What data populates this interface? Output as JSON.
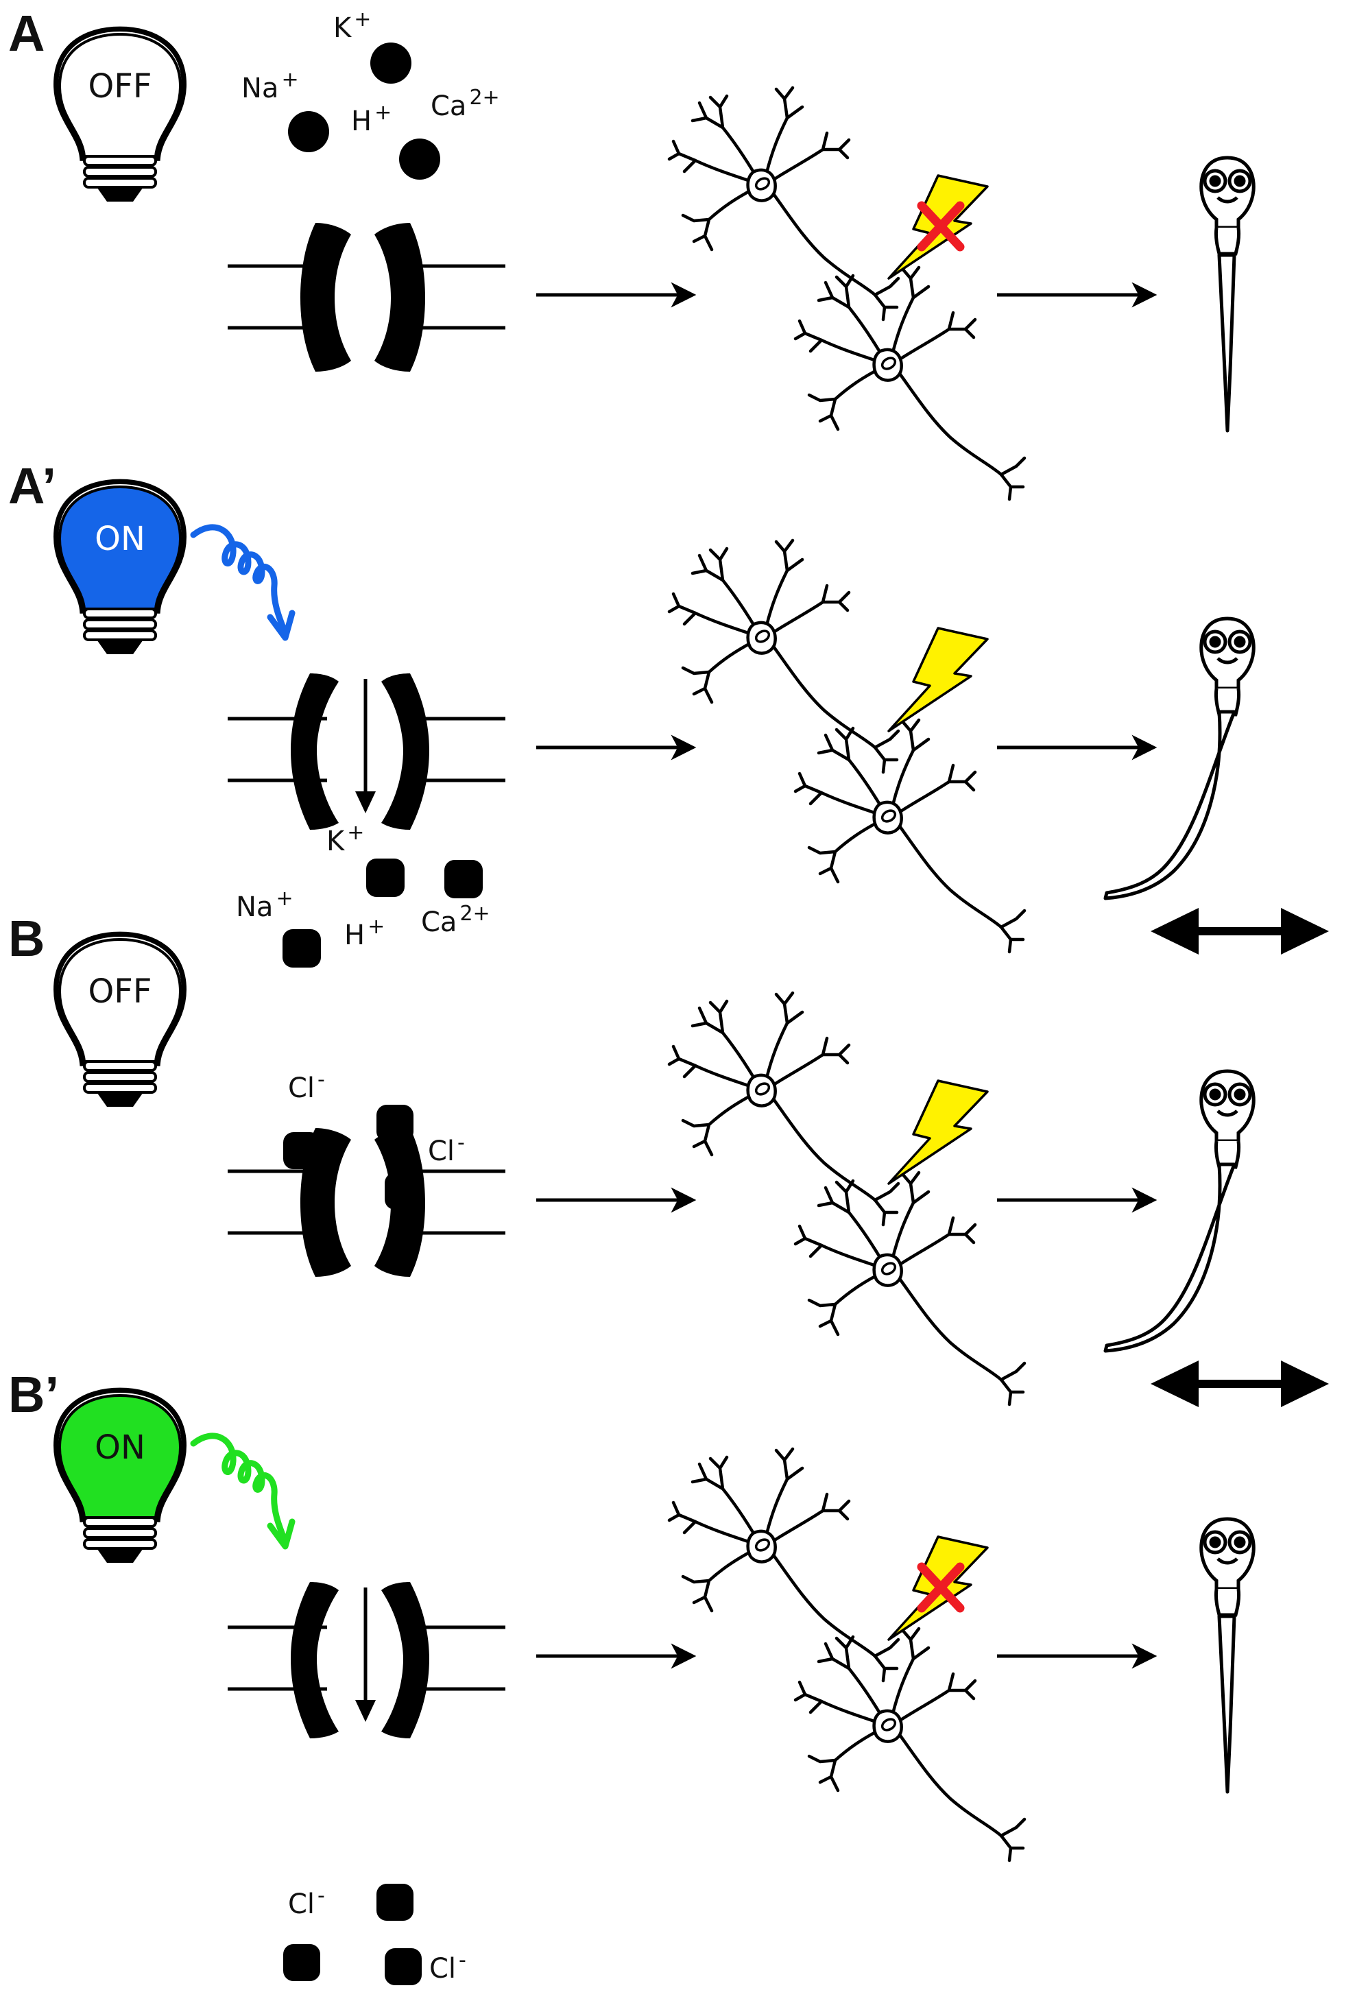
{
  "colors": {
    "ink": "#000000",
    "blue_light": "#1565e8",
    "green_light": "#21e021",
    "bolt": "#fff200",
    "cross": "#ee1c24"
  },
  "panels": [
    {
      "label": "A",
      "bulb": {
        "state": "OFF",
        "lit": false,
        "color": "#ffffff",
        "text_color": "#111111"
      },
      "ions_outside": [
        {
          "name": "K",
          "charge": "+"
        },
        {
          "name": "Na",
          "charge": "+"
        },
        {
          "name": "H",
          "charge": "+"
        },
        {
          "name": "Ca",
          "charge": "2+"
        }
      ],
      "ions_inside": [],
      "channel_open": false,
      "neuron_firing_blocked": true,
      "larva_bent": false,
      "movement_arrow": false
    },
    {
      "label": "A’",
      "bulb": {
        "state": "ON",
        "lit": true,
        "color": "#1565e8",
        "text_color": "#ffffff"
      },
      "ions_outside": [],
      "ions_inside": [
        {
          "name": "K",
          "charge": "+"
        },
        {
          "name": "Na",
          "charge": "+"
        },
        {
          "name": "H",
          "charge": "+"
        },
        {
          "name": "Ca",
          "charge": "2+"
        }
      ],
      "channel_open": true,
      "neuron_firing_blocked": false,
      "larva_bent": true,
      "movement_arrow": true
    },
    {
      "label": "B",
      "bulb": {
        "state": "OFF",
        "lit": false,
        "color": "#ffffff",
        "text_color": "#111111"
      },
      "ions_outside": [
        {
          "name": "Cl",
          "charge": "-"
        },
        {
          "name": "Cl",
          "charge": "-"
        }
      ],
      "ions_inside": [],
      "channel_open": false,
      "neuron_firing_blocked": false,
      "larva_bent": true,
      "movement_arrow": true
    },
    {
      "label": "B’",
      "bulb": {
        "state": "ON",
        "lit": true,
        "color": "#21e021",
        "text_color": "#111111"
      },
      "ions_outside": [],
      "ions_inside": [
        {
          "name": "Cl",
          "charge": "-"
        },
        {
          "name": "Cl",
          "charge": "-"
        }
      ],
      "channel_open": true,
      "neuron_firing_blocked": true,
      "larva_bent": false,
      "movement_arrow": false
    }
  ]
}
